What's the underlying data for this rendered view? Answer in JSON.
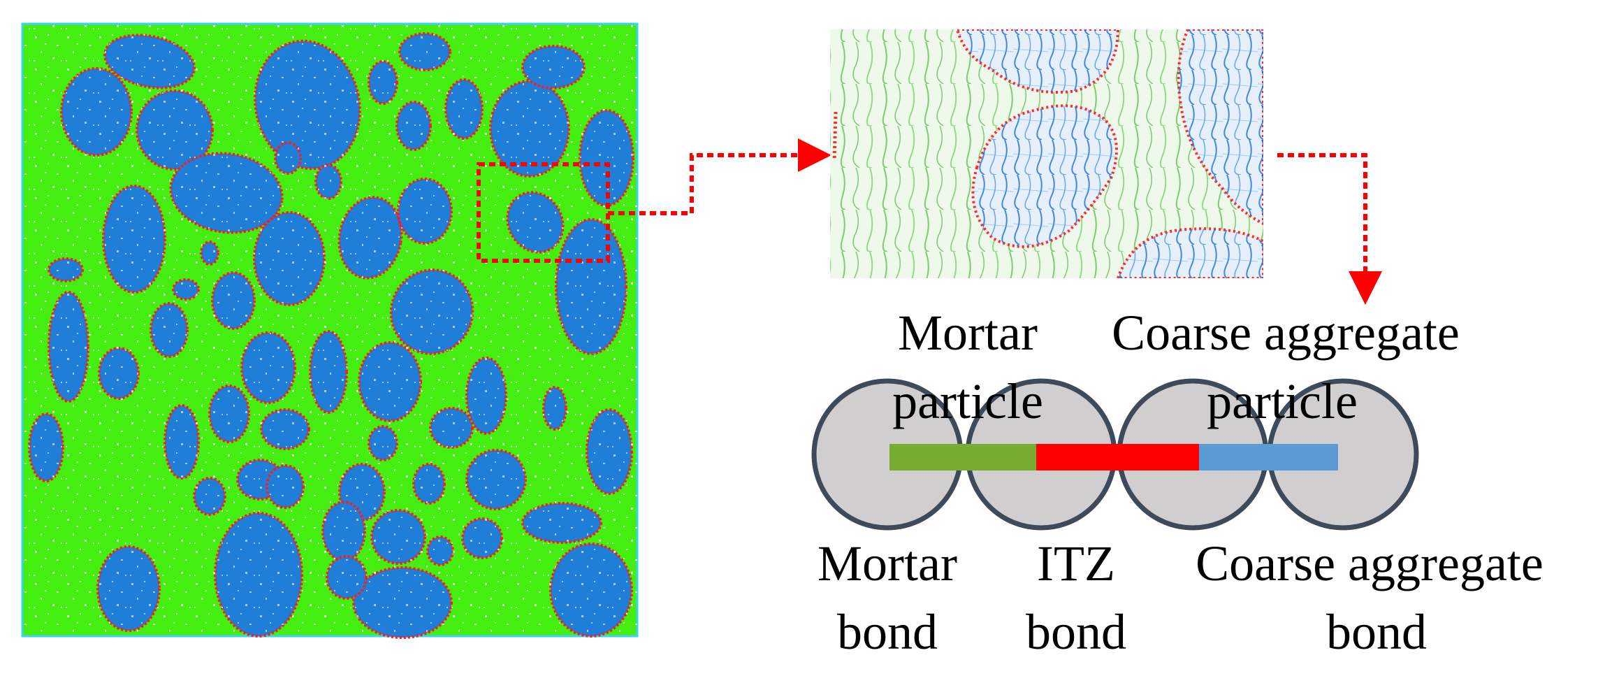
{
  "labels": {
    "mortar_particle_line1": "Mortar",
    "mortar_particle_line2": "particle",
    "coarse_particle_line1": "Coarse aggregate",
    "coarse_particle_line2": "particle",
    "mortar_bond_line1": "Mortar",
    "mortar_bond_line2": "bond",
    "itz_bond_line1": "ITZ",
    "itz_bond_line2": "bond",
    "coarse_bond_line1": "Coarse aggregate",
    "coarse_bond_line2": "bond"
  },
  "colors": {
    "mortar": "#44ee10",
    "aggregate": "#1f7fd8",
    "itz": "#ff0000",
    "mortar_bond": "#77ac30",
    "itz_bond": "#ff0000",
    "coarse_bond": "#5b9bd5",
    "particle_fill": "#d0cece",
    "particle_stroke": "#3d4a5c",
    "arrow": "#ff0000"
  }
}
